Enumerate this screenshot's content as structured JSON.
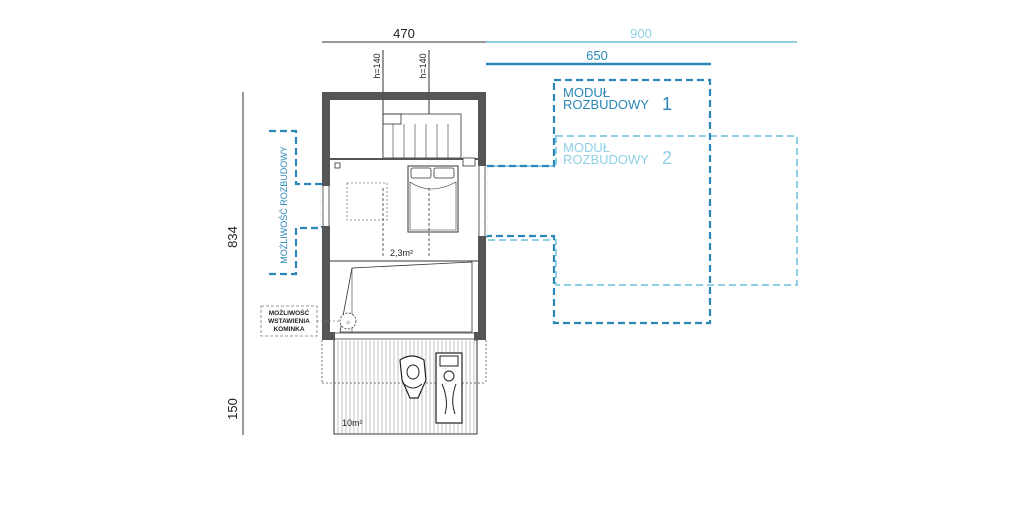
{
  "dimensions": {
    "width_main": "470",
    "width_mod2": "900",
    "width_mod1": "650",
    "height_total": "834",
    "height_deck": "150",
    "h1": "h=140",
    "h2": "h=140"
  },
  "labels": {
    "area_loft": "2,3m²",
    "area_deck": "10m²",
    "fireplace_line1": "MOŻLIWOŚĆ",
    "fireplace_line2": "WSTAWIENIA",
    "fireplace_line3": "KOMINKA",
    "side_extension": "MOŻLIWOŚĆ ROZBUDOWY",
    "module1_line1": "MODUŁ",
    "module1_line2": "ROZBUDOWY",
    "module1_num": "1",
    "module2_line1": "MODUŁ",
    "module2_line2": "ROZBUDOWY",
    "module2_num": "2"
  },
  "colors": {
    "module1": "#2a87b8",
    "module2": "#8fd0e6",
    "wall": "#555555",
    "line": "#333333"
  }
}
